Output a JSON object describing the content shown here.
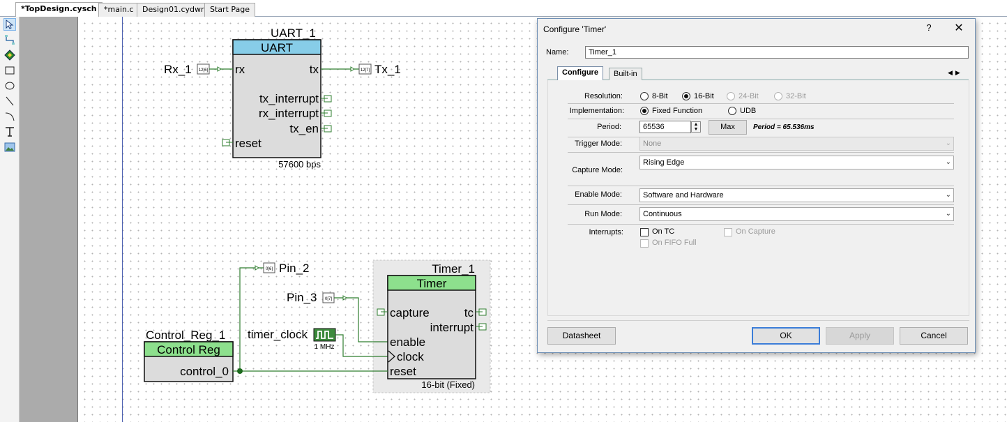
{
  "tabs": [
    {
      "label": "*TopDesign.cysch"
    },
    {
      "label": "*main.c"
    },
    {
      "label": "Design01.cydwr"
    },
    {
      "label": "Start Page"
    }
  ],
  "schematic": {
    "uart": {
      "instance": "UART_1",
      "type": "UART",
      "pins": {
        "rx": "rx",
        "tx": "tx",
        "tx_interrupt": "tx_interrupt",
        "rx_interrupt": "rx_interrupt",
        "tx_en": "tx_en",
        "reset": "reset"
      },
      "baud": "57600 bps"
    },
    "rx_pin": {
      "name": "Rx_1",
      "tag": "12[6]"
    },
    "tx_pin": {
      "name": "Tx_1",
      "tag": "12[7]"
    },
    "pin2": {
      "name": "Pin_2",
      "tag": "0[6]"
    },
    "pin3": {
      "name": "Pin_3",
      "tag": "0[7]"
    },
    "timer": {
      "instance": "Timer_1",
      "type": "Timer",
      "pins": {
        "capture": "capture",
        "tc": "tc",
        "interrupt": "interrupt",
        "enable": "enable",
        "clock": "clock",
        "reset": "reset"
      },
      "footer": "16-bit (Fixed)"
    },
    "clock": {
      "name": "timer_clock",
      "freq": "1 MHz"
    },
    "control_reg": {
      "instance": "Control_Reg_1",
      "type": "Control Reg",
      "output": "control_0"
    }
  },
  "dialog": {
    "title": "Configure 'Timer'",
    "help": "?",
    "close": "✕",
    "name_label": "Name:",
    "name_value": "Timer_1",
    "tabs": {
      "configure": "Configure",
      "builtin": "Built-in"
    },
    "resolution": {
      "label": "Resolution:",
      "options": [
        "8-Bit",
        "16-Bit",
        "24-Bit",
        "32-Bit"
      ],
      "selected": "16-Bit"
    },
    "implementation": {
      "label": "Implementation:",
      "options": [
        "Fixed Function",
        "UDB"
      ],
      "selected": "Fixed Function"
    },
    "period": {
      "label": "Period:",
      "value": "65536",
      "max_button": "Max",
      "info": "Period = 65.536ms"
    },
    "trigger_mode": {
      "label": "Trigger Mode:",
      "value": "None"
    },
    "capture_mode": {
      "label": "Capture Mode:",
      "value": "Rising Edge"
    },
    "enable_mode": {
      "label": "Enable Mode:",
      "value": "Software and Hardware"
    },
    "run_mode": {
      "label": "Run Mode:",
      "value": "Continuous"
    },
    "interrupts": {
      "label": "Interrupts:",
      "on_tc": "On TC",
      "on_capture": "On Capture",
      "on_fifo_full": "On FIFO Full"
    },
    "buttons": {
      "datasheet": "Datasheet",
      "ok": "OK",
      "apply": "Apply",
      "cancel": "Cancel"
    }
  },
  "colors": {
    "uart_header": "#87cde8",
    "timer_header": "#8de08d",
    "wire": "#2e7d2e",
    "frame": "#4a5fb0"
  }
}
